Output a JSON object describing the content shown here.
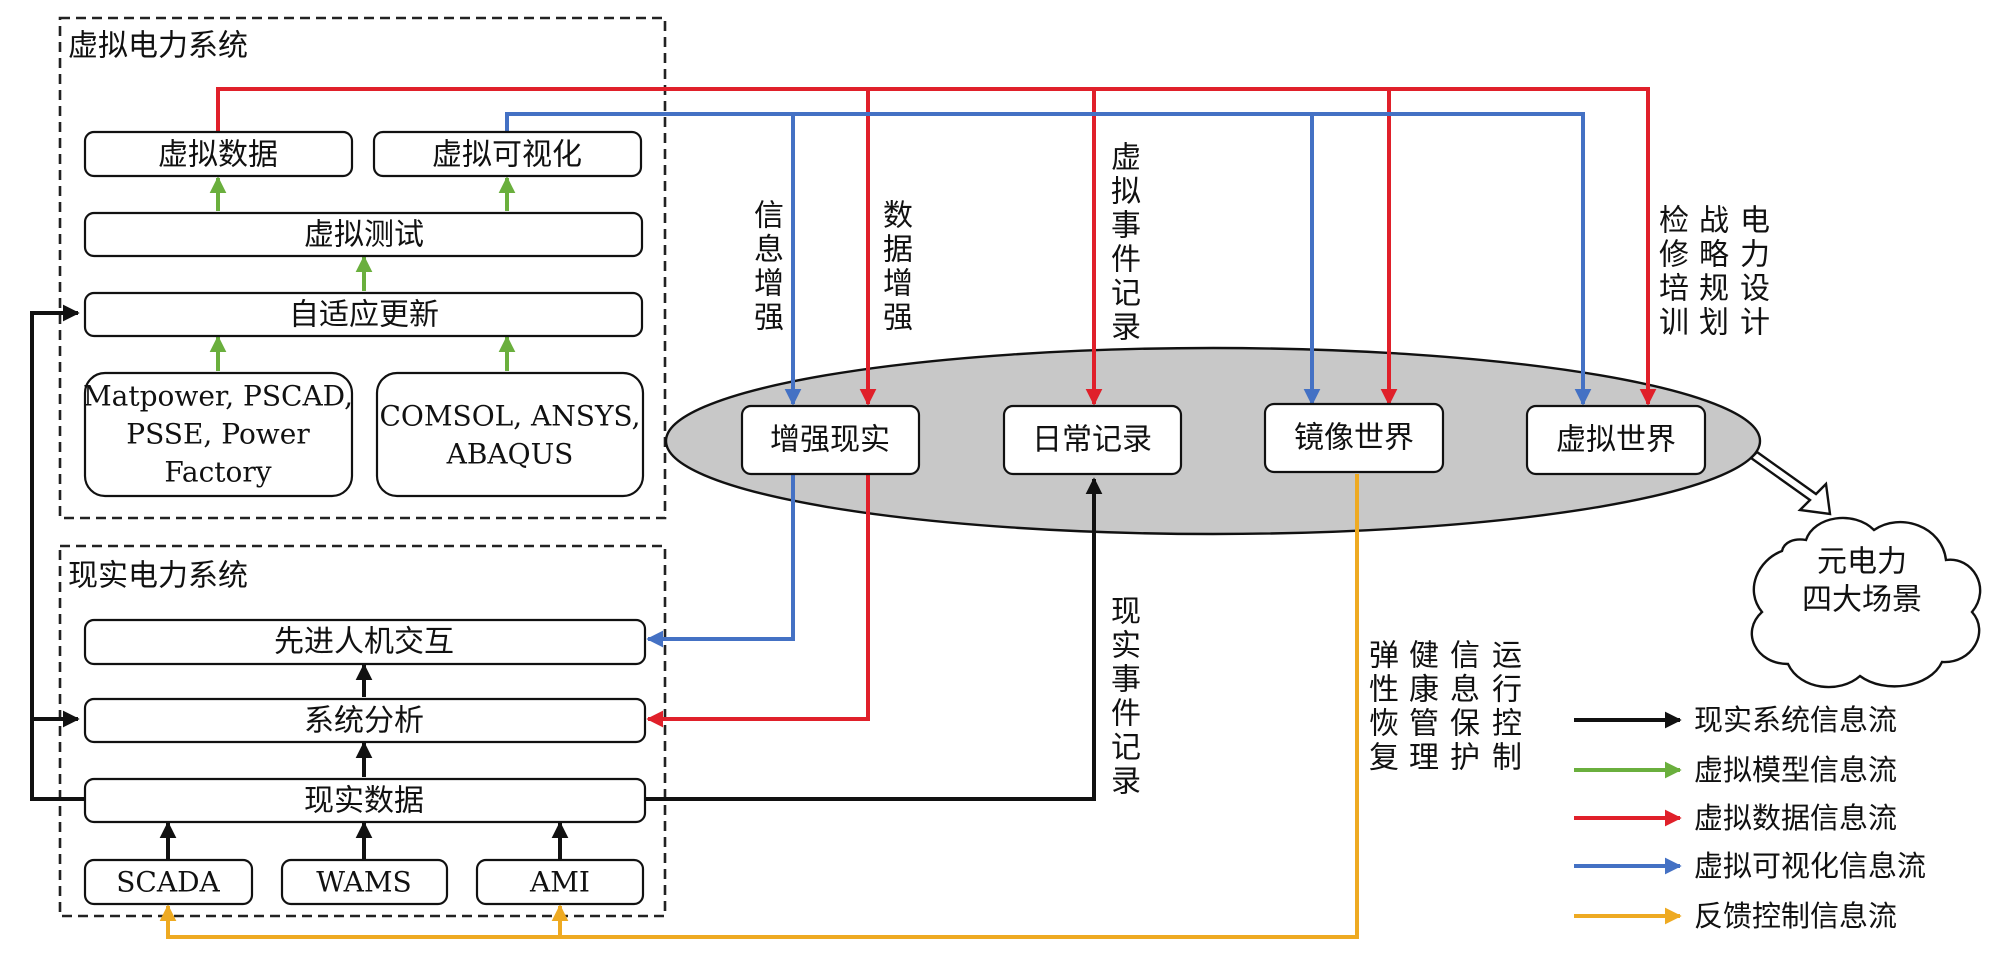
{
  "groups": {
    "virtual_title": "虚拟电力系统",
    "real_title": "现实电力系统"
  },
  "virtual": {
    "virtual_data": "虚拟数据",
    "virtual_visual": "虚拟可视化",
    "virtual_test": "虚拟测试",
    "adaptive_update": "自适应更新",
    "tools1_lines": [
      "Matpower, PSCAD,",
      "PSSE, Power",
      "Factory"
    ],
    "tools2_lines": [
      "COMSOL, ANSYS,",
      "ABAQUS"
    ]
  },
  "real": {
    "hmi": "先进人机交互",
    "analysis": "系统分析",
    "real_data": "现实数据",
    "scada": "SCADA",
    "wams": "WAMS",
    "ami": "AMI"
  },
  "scenes": {
    "ar": "增强现实",
    "daily": "日常记录",
    "mirror": "镜像世界",
    "virtual_world": "虚拟世界",
    "cloud_lines": [
      "元电力",
      "四大场景"
    ]
  },
  "flow_labels": {
    "info_enhance": "信息增强",
    "data_enhance": "数据增强",
    "virtual_event": "虚拟事件记录",
    "col_inspect": "检修培训",
    "col_strategy": "战略规划",
    "col_power": "电力设计",
    "real_event": "现实事件记录",
    "col_resilience": "弹性恢复",
    "col_health": "健康管理",
    "col_infosec": "信息保护",
    "col_operation": "运行控制"
  },
  "legend": [
    {
      "label": "现实系统信息流",
      "color": "#111111"
    },
    {
      "label": "虚拟模型信息流",
      "color": "#6aaf3d"
    },
    {
      "label": "虚拟数据信息流",
      "color": "#e0202a"
    },
    {
      "label": "虚拟可视化信息流",
      "color": "#4471c4"
    },
    {
      "label": "反馈控制信息流",
      "color": "#eeaa22"
    }
  ]
}
